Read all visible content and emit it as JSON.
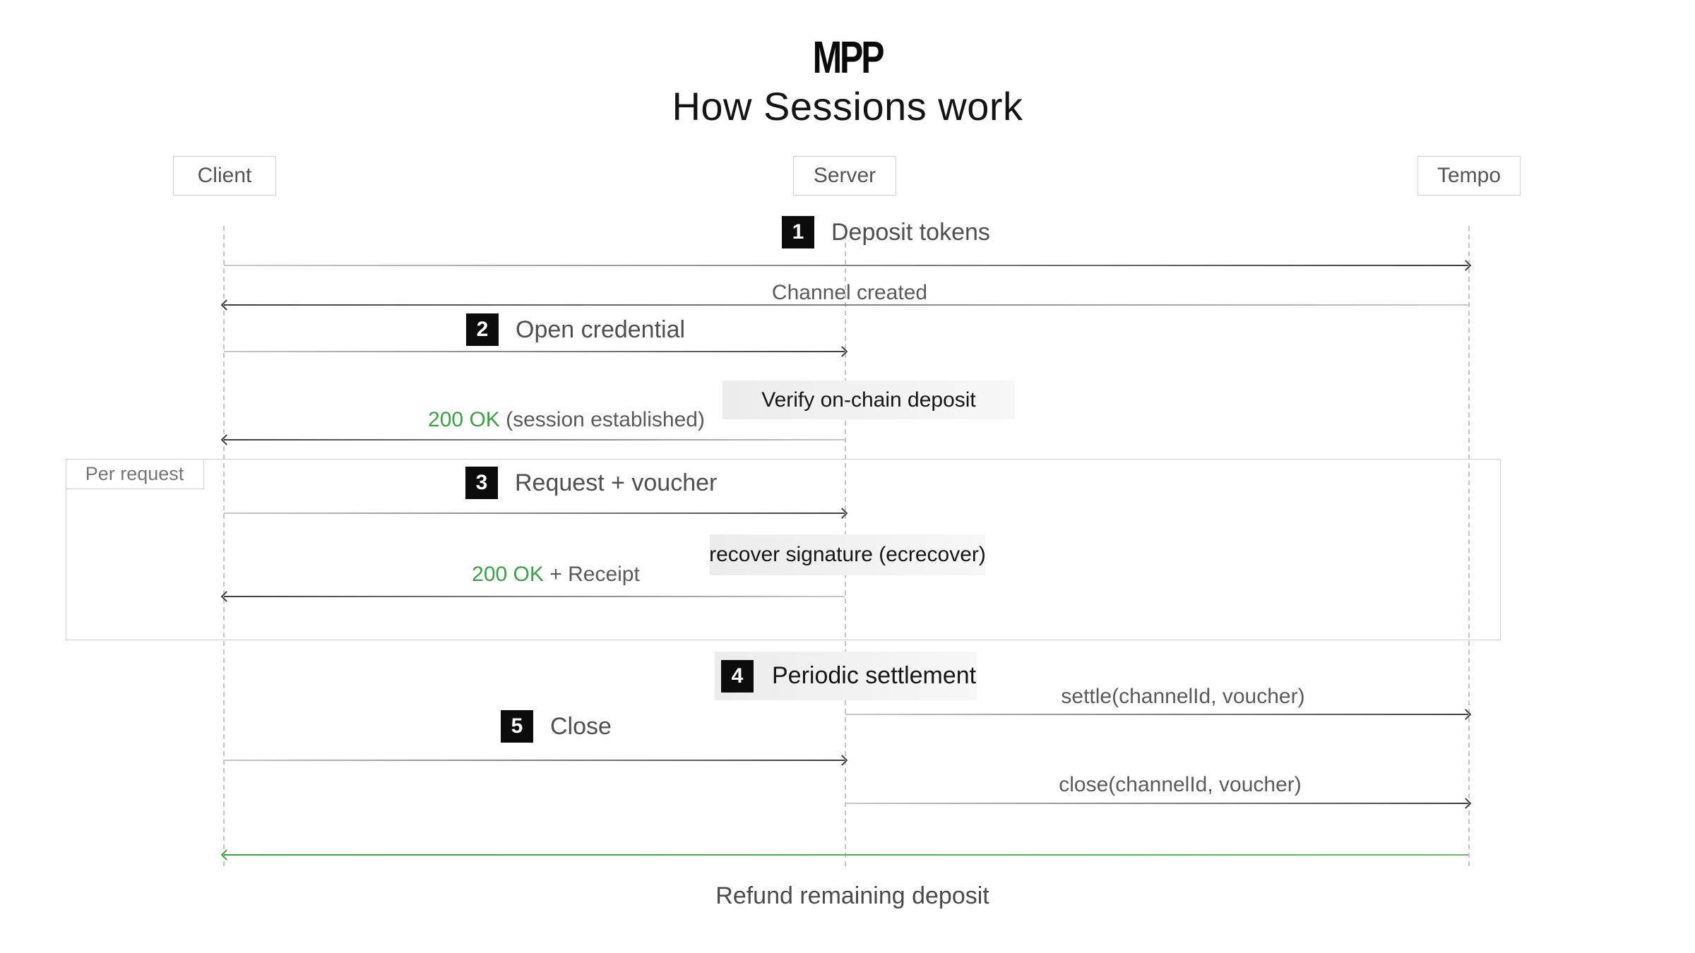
{
  "header": {
    "logo": "MPP",
    "title": "How Sessions work"
  },
  "actors": [
    {
      "name": "Client"
    },
    {
      "name": "Server"
    },
    {
      "name": "Tempo"
    }
  ],
  "steps": {
    "s1": {
      "num": "1",
      "label": "Deposit tokens"
    },
    "s2": {
      "num": "2",
      "label": "Open credential"
    },
    "s3": {
      "num": "3",
      "label": "Request + voucher"
    },
    "s4": {
      "num": "4",
      "label": "Periodic settlement"
    },
    "s5": {
      "num": "5",
      "label": "Close"
    }
  },
  "labels": {
    "channel_created": "Channel created",
    "verify_note": "Verify on-chain deposit",
    "ok_session_green": "200 OK",
    "ok_session_rest": " (session established)",
    "recover_note": "recover signature (ecrecover)",
    "ok_receipt_green": "200 OK",
    "ok_receipt_rest": " + Receipt",
    "settle": "settle(channelId, voucher)",
    "close": "close(channelId, voucher)",
    "refund": "Refund remaining deposit",
    "loop": "Per request"
  },
  "colors": {
    "accent_green": "#3f9e49",
    "badge_bg": "#0c0c0c",
    "note_bg": "#efefef",
    "line_dark": "#3d3d3d",
    "line_light": "#c9c9c9"
  }
}
